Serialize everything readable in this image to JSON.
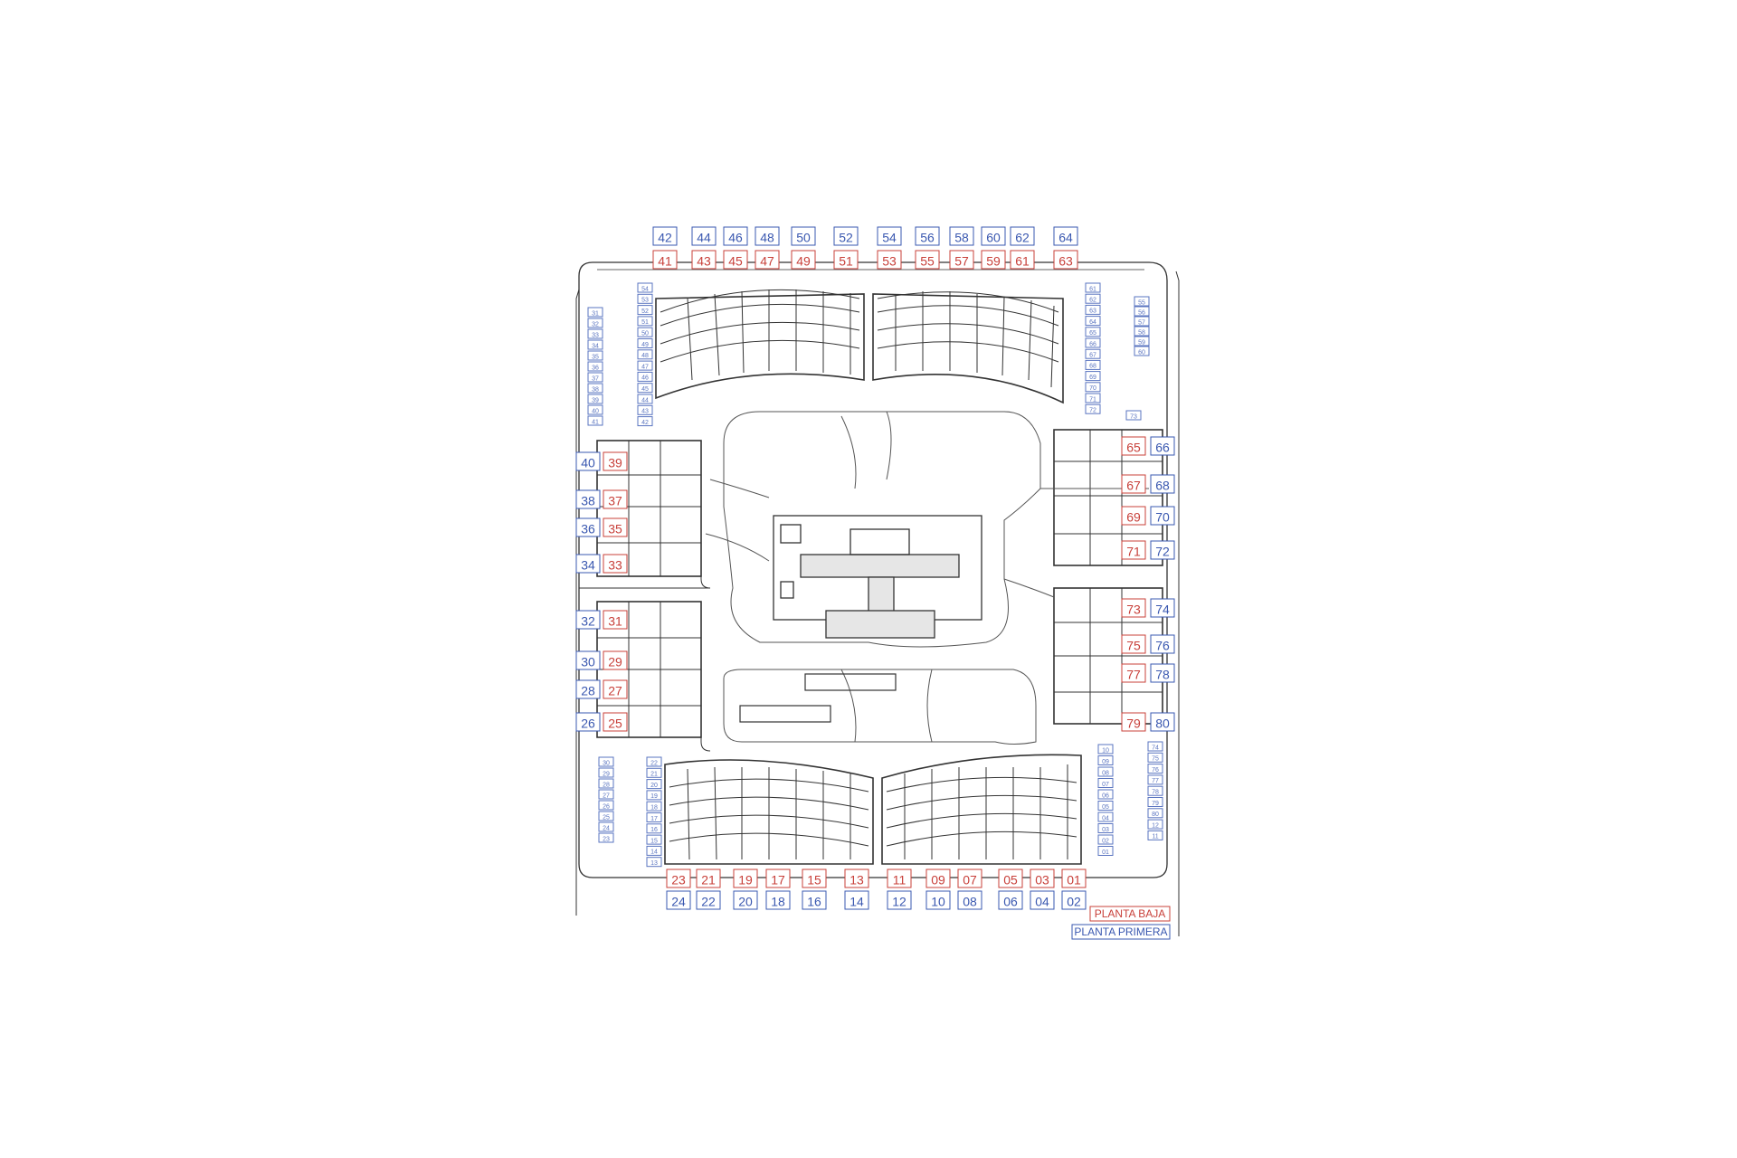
{
  "colors": {
    "ground_floor": "#c8403a",
    "first_floor": "#3a58b0",
    "linework": "#333333",
    "parking": "#5a74c0"
  },
  "legend": {
    "ground_floor_label": "PLANTA BAJA",
    "first_floor_label": "PLANTA PRIMERA"
  },
  "units": {
    "top_first": [
      "42",
      "44",
      "46",
      "48",
      "50",
      "52",
      "54",
      "56",
      "58",
      "60",
      "62",
      "64"
    ],
    "top_ground": [
      "41",
      "43",
      "45",
      "47",
      "49",
      "51",
      "53",
      "55",
      "57",
      "59",
      "61",
      "63"
    ],
    "bottom_ground": [
      "23",
      "21",
      "19",
      "17",
      "15",
      "13",
      "11",
      "09",
      "07",
      "05",
      "03",
      "01"
    ],
    "bottom_first": [
      "24",
      "22",
      "20",
      "18",
      "16",
      "14",
      "12",
      "10",
      "08",
      "06",
      "04",
      "02"
    ],
    "left_first": [
      "40",
      "38",
      "36",
      "34",
      "32",
      "30",
      "28",
      "26"
    ],
    "left_ground": [
      "39",
      "37",
      "35",
      "33",
      "31",
      "29",
      "27",
      "25"
    ],
    "right_ground": [
      "65",
      "67",
      "69",
      "71",
      "73",
      "75",
      "77",
      "79"
    ],
    "right_first": [
      "66",
      "68",
      "70",
      "72",
      "74",
      "76",
      "78",
      "80"
    ]
  },
  "parking": {
    "top_left_col_a": [
      "31",
      "32",
      "33",
      "34",
      "35",
      "36",
      "37",
      "38",
      "39",
      "40",
      "41"
    ],
    "top_left_col_b": [
      "54",
      "53",
      "52",
      "51",
      "50",
      "49",
      "48",
      "47",
      "46",
      "45",
      "44",
      "43",
      "42"
    ],
    "top_right_col_a": [
      "61",
      "62",
      "63",
      "64",
      "65",
      "66",
      "67",
      "68",
      "69",
      "70",
      "71",
      "72"
    ],
    "top_right_col_b": [
      "55",
      "56",
      "57",
      "58",
      "59",
      "60"
    ],
    "top_right_single": "73",
    "bottom_left_col_a": [
      "30",
      "29",
      "28",
      "27",
      "26",
      "25",
      "24",
      "23"
    ],
    "bottom_left_col_b": [
      "22",
      "21",
      "20",
      "19",
      "18",
      "17",
      "16",
      "15",
      "14",
      "13"
    ],
    "bottom_right_col_a": [
      "10",
      "09",
      "08",
      "07",
      "06",
      "05",
      "04",
      "03",
      "02",
      "01"
    ],
    "bottom_right_col_b": [
      "74",
      "75",
      "76",
      "77",
      "78",
      "79",
      "80",
      "12",
      "11"
    ]
  }
}
